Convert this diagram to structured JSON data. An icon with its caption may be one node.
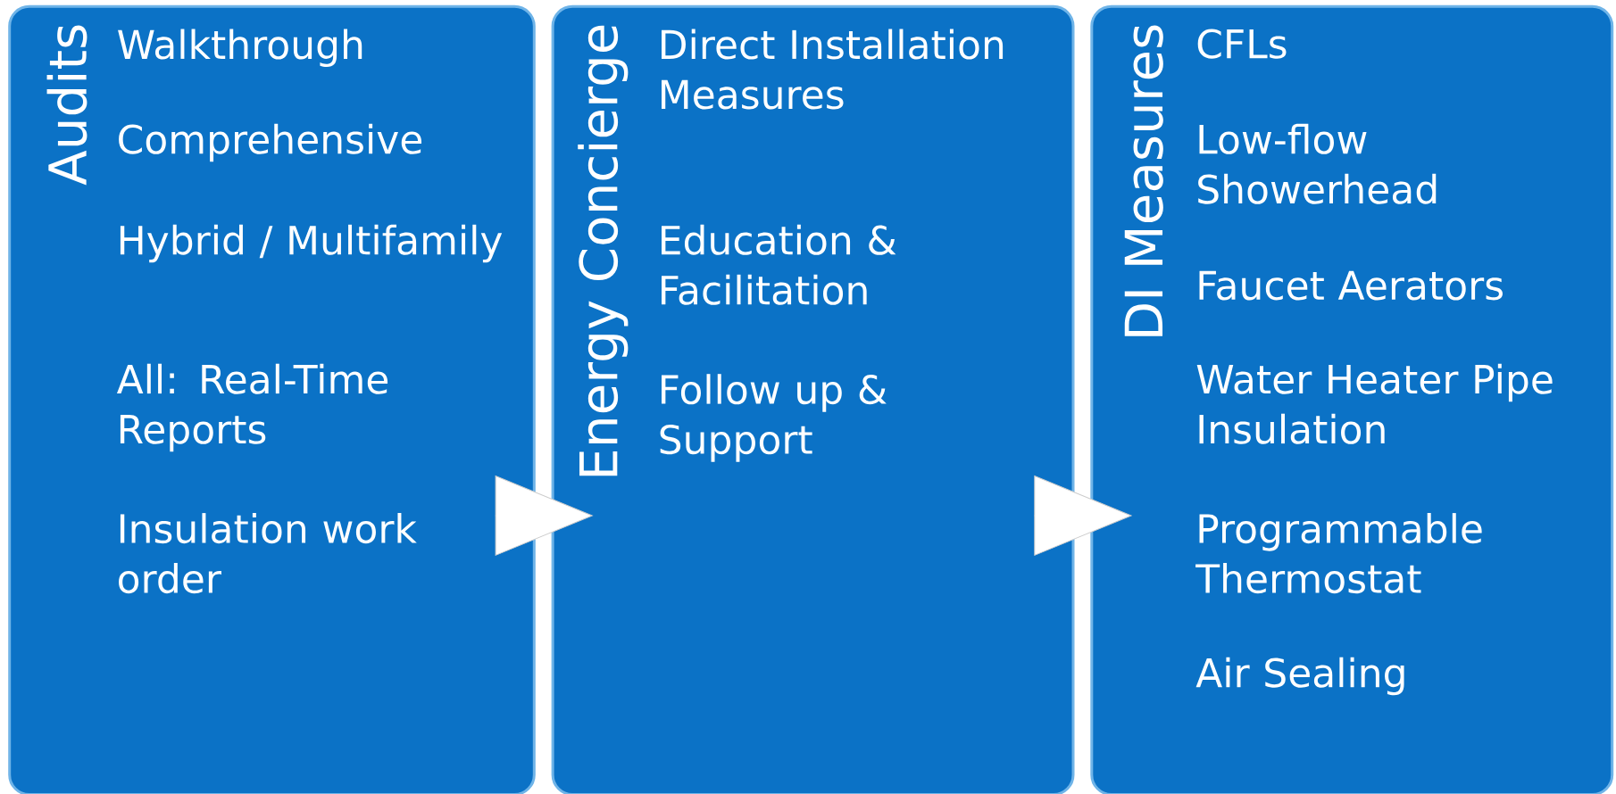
{
  "diagram": {
    "nodes": [
      {
        "text": [
          "Audits",
          "Walkthrough",
          "Comprehensive",
          "Hybrid / Multifamily",
          "All: Real-Time Reports",
          "Insulation work order"
        ]
      },
      {
        "text": [
          "Energy Concierge",
          "Direct Installation Measures",
          "Education & Facilitation",
          "Follow up & Support"
        ]
      },
      {
        "text": [
          "DI Measures",
          "CFLs",
          "Low-flow Showerhead",
          "Faucet Aerators",
          "Water Heater Pipe Insulation",
          "Programmable Thermostat",
          "Air Sealing"
        ]
      }
    ],
    "edges": [
      {
        "from": 0,
        "to": 1,
        "arrow": "to"
      },
      {
        "from": 1,
        "to": 2,
        "arrow": "to"
      }
    ]
  }
}
